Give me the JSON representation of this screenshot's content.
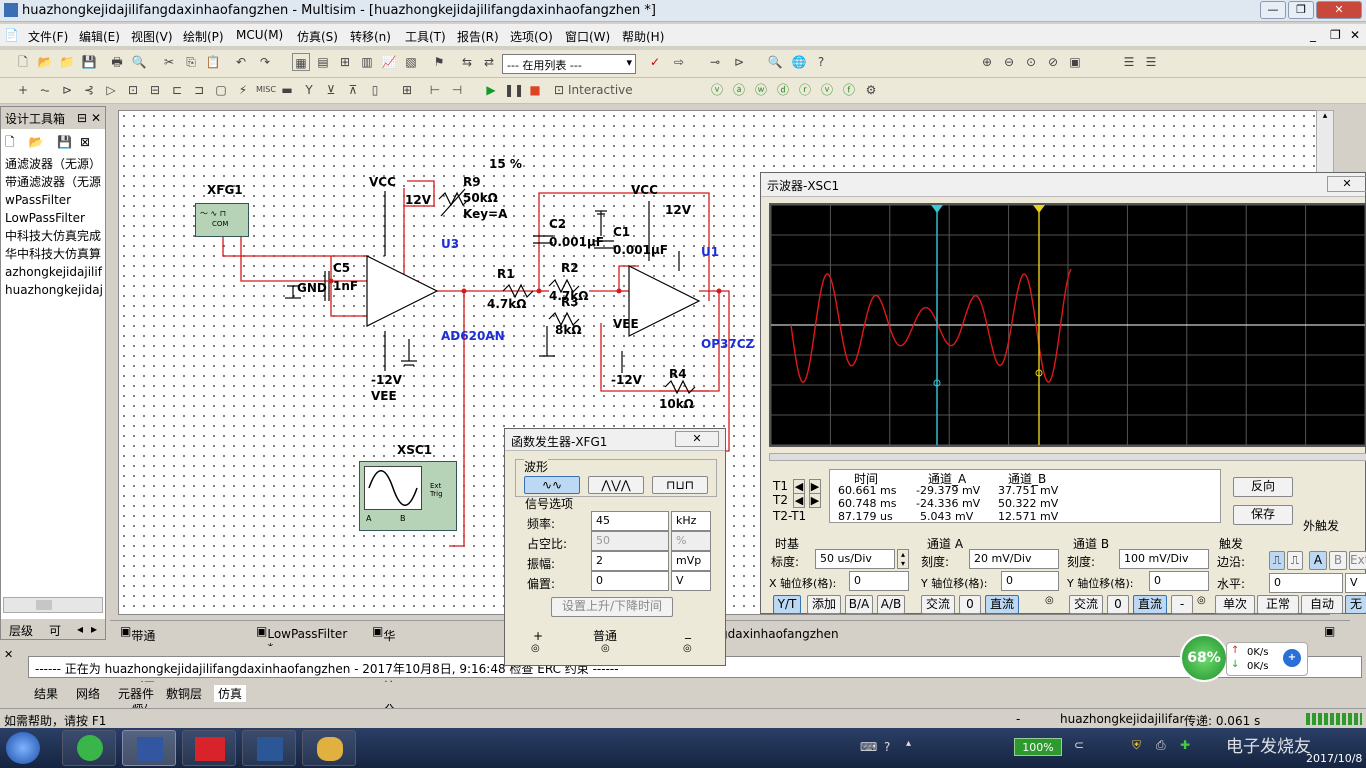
{
  "window": {
    "title": "huazhongkejidajilifangdaxinhaofangzhen - Multisim - [huazhongkejidajilifangdaxinhaofangzhen *]",
    "min": "—",
    "restore": "❐",
    "close": "✕"
  },
  "menu": [
    "文件(F)",
    "编辑(E)",
    "视图(V)",
    "绘制(P)",
    "MCU(M)",
    "仿真(S)",
    "转移(n)",
    "工具(T)",
    "报告(R)",
    "选项(O)",
    "窗口(W)",
    "帮助(H)"
  ],
  "toolbar": {
    "list_select": "--- 在用列表 ---",
    "sim_mode": "Interactive"
  },
  "sidebar": {
    "title": "设计工具箱",
    "items": [
      "通滤波器（无源）",
      "带通滤波器（无源",
      "wPassFilter",
      "LowPassFilter",
      "中科技大仿真完成",
      "华中科技大仿真算",
      "azhongkejidajilif",
      "huazhongkejidaj"
    ],
    "tab_layers": "层级",
    "tab_visible": "可"
  },
  "schematic": {
    "xfg1": "XFG1",
    "com": "COM",
    "gnd": "GND",
    "c5": "C5",
    "c5v": "1nF",
    "vcc1": "VCC",
    "v12a": "12V",
    "r9": "R9",
    "r9v": "50kΩ",
    "r9k": "Key=A",
    "pct": "15 %",
    "u3": "U3",
    "u3p": "AD620AN",
    "vneg1": "-12V",
    "vee1": "VEE",
    "r1": "R1",
    "r1v": "4.7kΩ",
    "c2": "C2",
    "c2v": "0.001μF",
    "c1": "C1",
    "c1v": "0.001μF",
    "r2": "R2",
    "r2v": "4.7kΩ",
    "r3": "R3",
    "r3v": "8kΩ",
    "vcc2": "VCC",
    "v12b": "12V",
    "u1": "U1",
    "u1p": "OP37CZ",
    "vee2": "VEE",
    "vneg2": "-12V",
    "r4": "R4",
    "r4v": "10kΩ",
    "xsc1": "XSC1",
    "ext": "Ext Trig",
    "a": "A",
    "b": "B"
  },
  "fg": {
    "title": "函数发生器-XFG1",
    "wave_label": "波形",
    "signal_label": "信号选项",
    "rows": [
      {
        "label": "频率:",
        "value": "45",
        "unit": "kHz"
      },
      {
        "label": "占空比:",
        "value": "50",
        "unit": "%"
      },
      {
        "label": "振幅:",
        "value": "2",
        "unit": "mVp"
      },
      {
        "label": "偏置:",
        "value": "0",
        "unit": "V"
      }
    ],
    "rise_fall": "设置上升/下降时间",
    "plus": "+",
    "common": "普通",
    "minus": "_"
  },
  "osc": {
    "title": "示波器-XSC1",
    "headers": [
      "时间",
      "通道_A",
      "通道_B"
    ],
    "t1": {
      "label": "T1",
      "time": "60.661 ms",
      "a": "-29.379 mV",
      "b": "37.751 mV"
    },
    "t2": {
      "label": "T2",
      "time": "60.748 ms",
      "a": "-24.336 mV",
      "b": "50.322 mV"
    },
    "t21": {
      "label": "T2-T1",
      "time": "87.179 us",
      "a": "5.043 mV",
      "b": "12.571 mV"
    },
    "reverse": "反向",
    "save": "保存",
    "ext_trig": "外触发",
    "timebase": "时基",
    "scale_lbl": "标度:",
    "scale": "50 us/Div",
    "xpos_lbl": "X 轴位移(格):",
    "xpos": "0",
    "chA": "通道 A",
    "chA_scale_lbl": "刻度:",
    "chA_scale": "20 mV/Div",
    "chA_y_lbl": "Y 轴位移(格):",
    "chA_y": "0",
    "chB": "通道 B",
    "chB_scale_lbl": "刻度:",
    "chB_scale": "100 mV/Div",
    "chB_y_lbl": "Y 轴位移(格):",
    "chB_y": "0",
    "trigger": "触发",
    "edge_lbl": "边沿:",
    "level_lbl": "水平:",
    "level": "0",
    "level_unit": "V",
    "btns_tb": [
      "Y/T",
      "添加",
      "B/A",
      "A/B"
    ],
    "btns_a": [
      "交流",
      "0",
      "直流"
    ],
    "btns_b": [
      "交流",
      "0",
      "直流",
      "-"
    ],
    "btns_tr": [
      "单次",
      "正常",
      "自动",
      "无"
    ],
    "trig_ab": [
      "A",
      "B",
      "Ext"
    ]
  },
  "doc_tabs": [
    "带通滤波器（无源）",
    "LowPassFilter *",
    "华中科技大仿真完成",
    "gdaxinhaofangzhen *"
  ],
  "log": "------ 正在为 huazhongkejidajilifangdaxinhaofangzhen - 2017年10月8日, 9:16:48 检查 ERC 约束 ------",
  "bottom_tabs": [
    "结果",
    "网络",
    "元器件",
    "敷铜层",
    "仿真"
  ],
  "status": {
    "help": "如需帮助，请按 F1",
    "dash": "-",
    "file": "huazhongkejidajilifar",
    "transfer": "传递: 0.061 s"
  },
  "net": {
    "percent": "68%",
    "up": "0K/s",
    "down": "0K/s"
  },
  "taskbar": {
    "battery": "100%",
    "date": "2017/10/8",
    "watermark": "电子发烧友"
  }
}
